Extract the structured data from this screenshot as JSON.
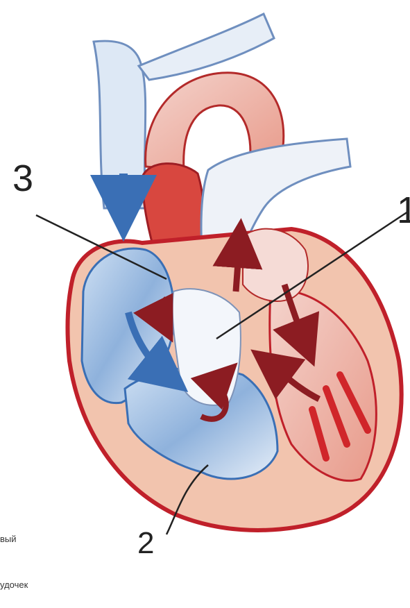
{
  "labels": {
    "label_1": "1",
    "label_2": "2",
    "label_3": "3"
  },
  "caption": {
    "line1": "вый",
    "line2": "удочек"
  },
  "colors": {
    "venous": "#3a6fb5",
    "arterial": "#d0262a",
    "muscle": "#f2c4ae",
    "outline": "#c0202a",
    "pointer": "#222222"
  }
}
